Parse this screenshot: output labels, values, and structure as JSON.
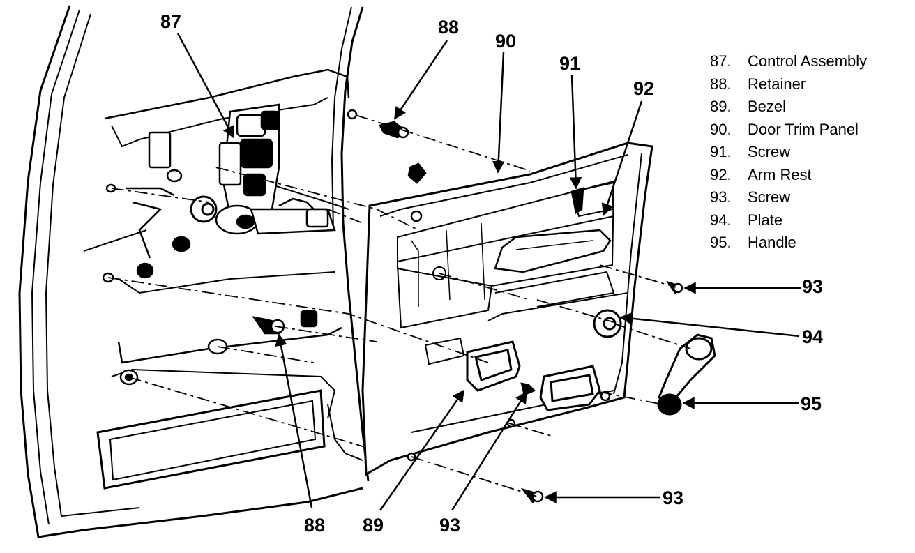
{
  "legend": [
    {
      "num": "87.",
      "name": "Control Assembly"
    },
    {
      "num": "88.",
      "name": "Retainer"
    },
    {
      "num": "89.",
      "name": "Bezel"
    },
    {
      "num": "90.",
      "name": "Door Trim Panel"
    },
    {
      "num": "91.",
      "name": "Screw"
    },
    {
      "num": "92.",
      "name": "Arm Rest"
    },
    {
      "num": "93.",
      "name": "Screw"
    },
    {
      "num": "94.",
      "name": "Plate"
    },
    {
      "num": "95.",
      "name": "Handle"
    }
  ],
  "callouts": {
    "c87": "87",
    "c88_top": "88",
    "c90": "90",
    "c91": "91",
    "c92": "92",
    "c93_right_upper": "93",
    "c94": "94",
    "c95": "95",
    "c93_right_lower": "93",
    "c88_bottom": "88",
    "c89": "89",
    "c93_bottom": "93"
  }
}
